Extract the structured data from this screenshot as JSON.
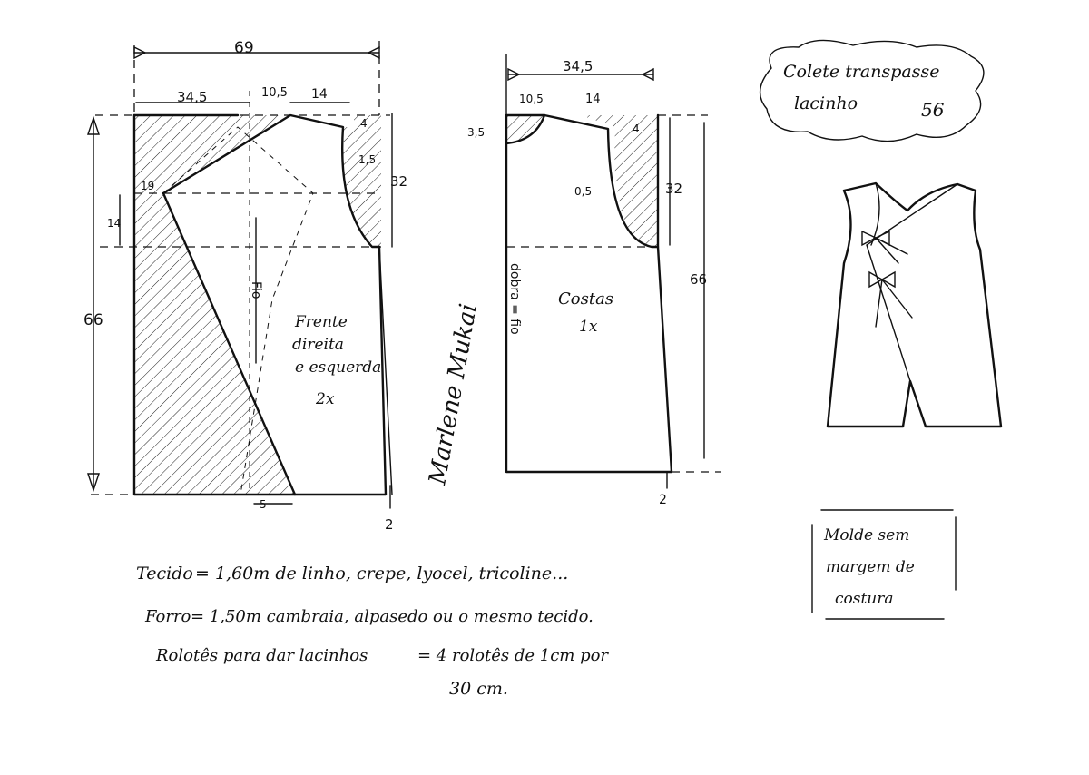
{
  "front": {
    "width_total": "69",
    "width_half": "34,5",
    "shoulder_a": "10,5",
    "shoulder_b": "14",
    "neck_drop": "4",
    "armhole": "1,5",
    "height_upper": "32",
    "height_total": "66",
    "side_14": "14",
    "neck_19": "19",
    "hem_5": "5",
    "extra_2": "2",
    "grain": "Fio",
    "label_line1": "Frente",
    "label_line2": "direita",
    "label_line3": "e esquerda",
    "label_count": "2x"
  },
  "back": {
    "width_half": "34,5",
    "shoulder_a": "10,5",
    "shoulder_b": "14",
    "neck_drop": "4",
    "neck_35": "3,5",
    "armhole": "0,5",
    "height_upper": "32",
    "height_total": "66",
    "extra_2": "2",
    "fold": "dobra = fio",
    "label_line1": "Costas",
    "label_count": "1x"
  },
  "cloud_title": {
    "line1": "Colete transpasse",
    "line2": "lacinho",
    "size": "56"
  },
  "note_box": {
    "line1": "Molde sem",
    "line2": "margem de",
    "line3": "costura"
  },
  "signature": "Marlene Mukai",
  "materials": {
    "fabric_label": "Tecido",
    "fabric_value": "= 1,60m de linho, crepe, lyocel, tricoline...",
    "lining_label": "Forro",
    "lining_value": "= 1,50m cambraia, alpasedo ou o mesmo tecido.",
    "rolls_label": "Rolotês para dar lacinhos",
    "rolls_value": "= 4 rolotês de 1cm por",
    "rolls_value2": "30 cm."
  }
}
